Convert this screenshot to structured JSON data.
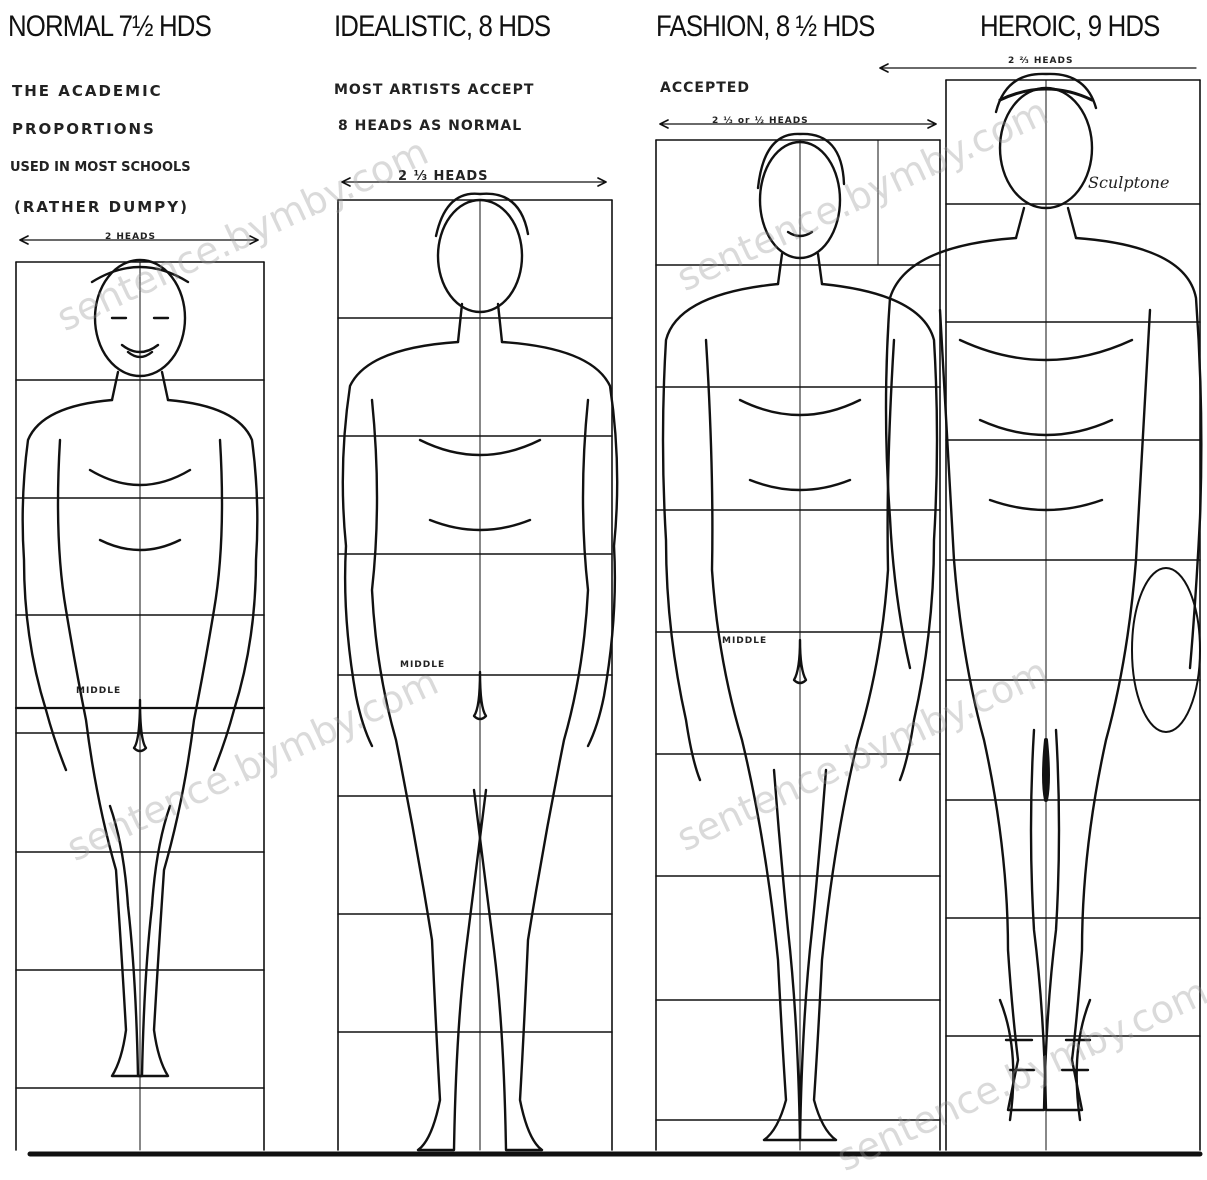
{
  "columns": [
    {
      "title": "NORMAL 7½ HDS",
      "notes": [
        "THE ACADEMIC",
        "PROPORTIONS",
        "USED IN MOST SCHOOLS",
        "(RATHER DUMPY)"
      ],
      "width_label": "2 HEADS",
      "crotch_label": "MIDDLE"
    },
    {
      "title": "IDEALISTIC, 8 HDS",
      "notes": [
        "MOST ARTISTS ACCEPT",
        "8 HEADS AS NORMAL"
      ],
      "width_label": "2 ⅓ HEADS",
      "crotch_label": "MIDDLE"
    },
    {
      "title": "FASHION, 8 ½ HDS",
      "notes": [
        "ACCEPTED"
      ],
      "width_label": "2 ⅓ or ½ HEADS",
      "crotch_label": "MIDDLE"
    },
    {
      "title": "HEROIC, 9 HDS",
      "notes": [
        "Sculptone"
      ],
      "width_label": "2 ⅔ HEADS",
      "crotch_label": ""
    }
  ],
  "figures": [
    {
      "name": "normal-figure",
      "heads": 7.5
    },
    {
      "name": "idealistic-figure",
      "heads": 8
    },
    {
      "name": "fashion-figure",
      "heads": 8.5
    },
    {
      "name": "heroic-figure",
      "heads": 9
    }
  ],
  "watermark": "sentence.bymby.com",
  "colors": {
    "ink": "#111111",
    "paper": "#ffffff",
    "watermark": "#9a9a9a"
  }
}
